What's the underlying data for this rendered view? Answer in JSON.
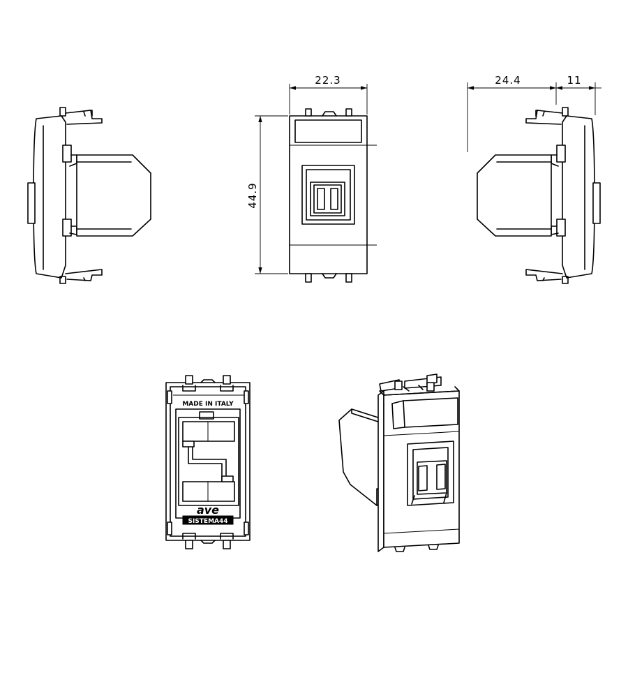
{
  "dimensions": {
    "width_front": "22.3",
    "height_front": "44.9",
    "depth_body": "24.4",
    "depth_plate": "11"
  },
  "rear_labels": {
    "origin": "MADE IN ITALY",
    "brand": "ave",
    "series": "SISTEMA44"
  },
  "colors": {
    "line": "#000000",
    "background": "#ffffff"
  }
}
